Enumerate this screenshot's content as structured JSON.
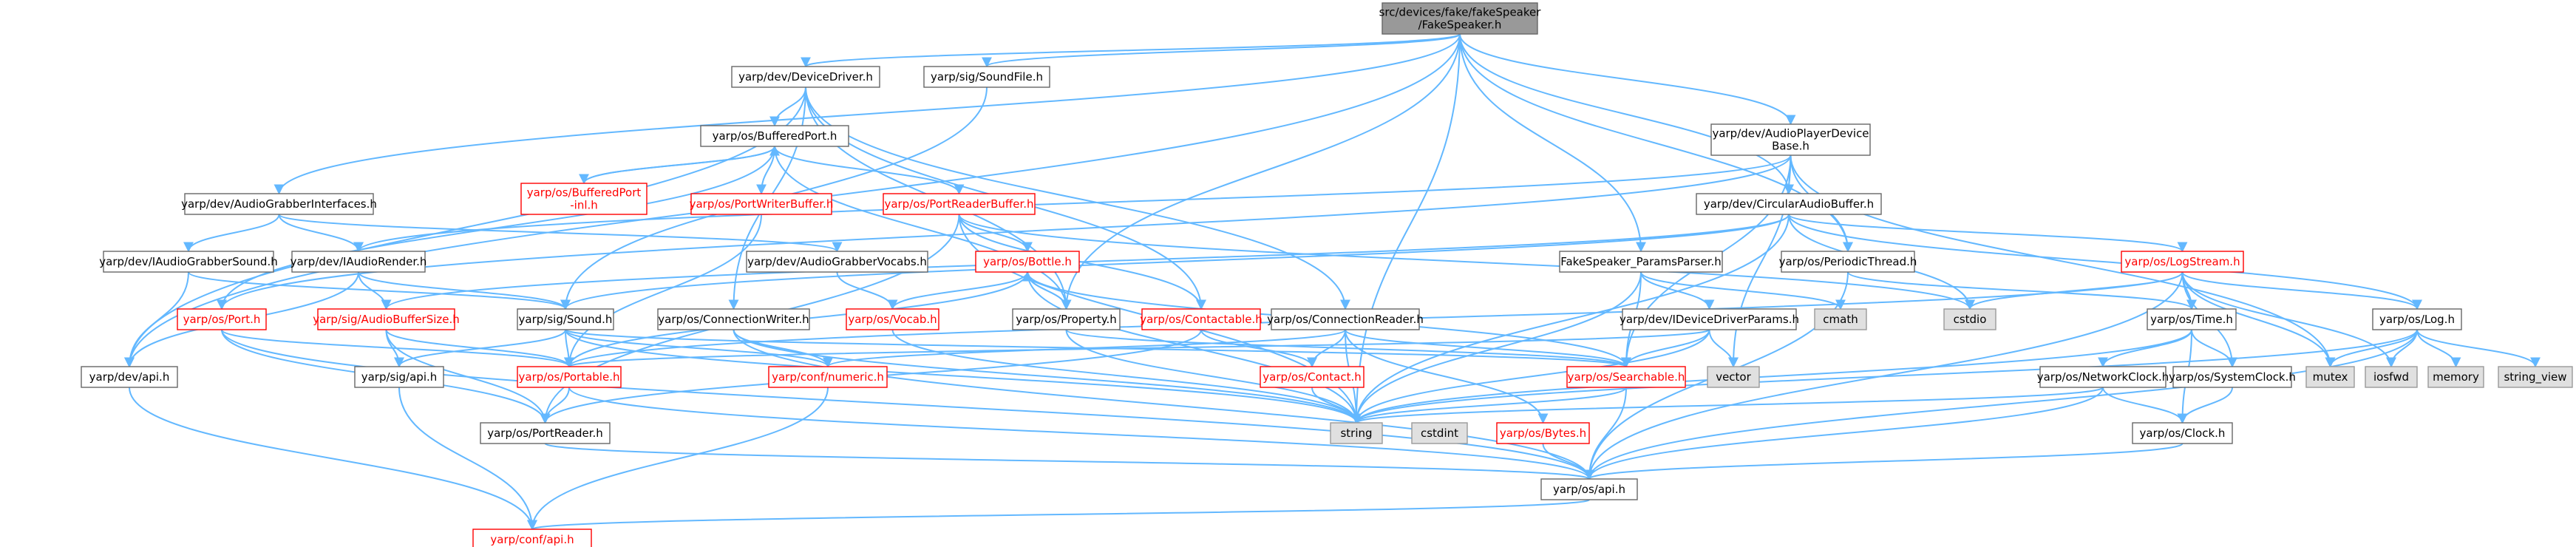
{
  "colors": {
    "edge": "#63b8ff",
    "root_fill": "#999999",
    "ext_fill": "#e0e0e0",
    "link_border": "#ff0000",
    "normal_border": "#666666"
  },
  "nodes": [
    {
      "id": "root",
      "lines": [
        "src/devices/fake/fakeSpeaker",
        "/FakeSpeaker.h"
      ],
      "kind": "root"
    },
    {
      "id": "devicedriver",
      "lines": [
        "yarp/dev/DeviceDriver.h"
      ],
      "kind": "normal"
    },
    {
      "id": "soundfile",
      "lines": [
        "yarp/sig/SoundFile.h"
      ],
      "kind": "normal"
    },
    {
      "id": "audioplayer",
      "lines": [
        "yarp/dev/AudioPlayerDevice",
        "Base.h"
      ],
      "kind": "normal"
    },
    {
      "id": "bufferedport",
      "lines": [
        "yarp/os/BufferedPort.h"
      ],
      "kind": "normal"
    },
    {
      "id": "bufferedportinl",
      "lines": [
        "yarp/os/BufferedPort",
        "-inl.h"
      ],
      "kind": "link"
    },
    {
      "id": "portwriterbuffer",
      "lines": [
        "yarp/os/PortWriterBuffer.h"
      ],
      "kind": "link"
    },
    {
      "id": "portreaderbuffer",
      "lines": [
        "yarp/os/PortReaderBuffer.h"
      ],
      "kind": "link"
    },
    {
      "id": "audiograbberinterfaces",
      "lines": [
        "yarp/dev/AudioGrabberInterfaces.h"
      ],
      "kind": "normal"
    },
    {
      "id": "circularaudiobuffer",
      "lines": [
        "yarp/dev/CircularAudioBuffer.h"
      ],
      "kind": "normal"
    },
    {
      "id": "iaudiograbbersound",
      "lines": [
        "yarp/dev/IAudioGrabberSound.h"
      ],
      "kind": "normal"
    },
    {
      "id": "iaudiorender",
      "lines": [
        "yarp/dev/IAudioRender.h"
      ],
      "kind": "normal"
    },
    {
      "id": "audiograbbervocabs",
      "lines": [
        "yarp/dev/AudioGrabberVocabs.h"
      ],
      "kind": "normal"
    },
    {
      "id": "bottle",
      "lines": [
        "yarp/os/Bottle.h"
      ],
      "kind": "link"
    },
    {
      "id": "fakespeakerparams",
      "lines": [
        "FakeSpeaker_ParamsParser.h"
      ],
      "kind": "normal"
    },
    {
      "id": "periodicthread",
      "lines": [
        "yarp/os/PeriodicThread.h"
      ],
      "kind": "normal"
    },
    {
      "id": "logstream",
      "lines": [
        "yarp/os/LogStream.h"
      ],
      "kind": "link"
    },
    {
      "id": "port",
      "lines": [
        "yarp/os/Port.h"
      ],
      "kind": "link"
    },
    {
      "id": "audiobuffersize",
      "lines": [
        "yarp/sig/AudioBufferSize.h"
      ],
      "kind": "link"
    },
    {
      "id": "sound",
      "lines": [
        "yarp/sig/Sound.h"
      ],
      "kind": "normal"
    },
    {
      "id": "connectionwriter",
      "lines": [
        "yarp/os/ConnectionWriter.h"
      ],
      "kind": "normal"
    },
    {
      "id": "vocab",
      "lines": [
        "yarp/os/Vocab.h"
      ],
      "kind": "link"
    },
    {
      "id": "property",
      "lines": [
        "yarp/os/Property.h"
      ],
      "kind": "normal"
    },
    {
      "id": "contactable",
      "lines": [
        "yarp/os/Contactable.h"
      ],
      "kind": "link"
    },
    {
      "id": "connectionreader",
      "lines": [
        "yarp/os/ConnectionReader.h"
      ],
      "kind": "normal"
    },
    {
      "id": "cmath",
      "lines": [
        "cmath"
      ],
      "kind": "ext"
    },
    {
      "id": "idevicedriverparams",
      "lines": [
        "yarp/dev/IDeviceDriverParams.h"
      ],
      "kind": "normal"
    },
    {
      "id": "cstdio",
      "lines": [
        "cstdio"
      ],
      "kind": "ext"
    },
    {
      "id": "time",
      "lines": [
        "yarp/os/Time.h"
      ],
      "kind": "normal"
    },
    {
      "id": "log",
      "lines": [
        "yarp/os/Log.h"
      ],
      "kind": "normal"
    },
    {
      "id": "devapi",
      "lines": [
        "yarp/dev/api.h"
      ],
      "kind": "normal"
    },
    {
      "id": "sigapi",
      "lines": [
        "yarp/sig/api.h"
      ],
      "kind": "normal"
    },
    {
      "id": "portable",
      "lines": [
        "yarp/os/Portable.h"
      ],
      "kind": "link"
    },
    {
      "id": "numeric",
      "lines": [
        "yarp/conf/numeric.h"
      ],
      "kind": "link"
    },
    {
      "id": "contact",
      "lines": [
        "yarp/os/Contact.h"
      ],
      "kind": "link"
    },
    {
      "id": "searchable",
      "lines": [
        "yarp/os/Searchable.h"
      ],
      "kind": "link"
    },
    {
      "id": "vector",
      "lines": [
        "vector"
      ],
      "kind": "ext"
    },
    {
      "id": "networkclock",
      "lines": [
        "yarp/os/NetworkClock.h"
      ],
      "kind": "normal"
    },
    {
      "id": "systemclock",
      "lines": [
        "yarp/os/SystemClock.h"
      ],
      "kind": "normal"
    },
    {
      "id": "mutex",
      "lines": [
        "mutex"
      ],
      "kind": "ext"
    },
    {
      "id": "iosfwd",
      "lines": [
        "iosfwd"
      ],
      "kind": "ext"
    },
    {
      "id": "memory",
      "lines": [
        "memory"
      ],
      "kind": "ext"
    },
    {
      "id": "string_view",
      "lines": [
        "string_view"
      ],
      "kind": "ext"
    },
    {
      "id": "portreader",
      "lines": [
        "yarp/os/PortReader.h"
      ],
      "kind": "normal"
    },
    {
      "id": "string",
      "lines": [
        "string"
      ],
      "kind": "ext"
    },
    {
      "id": "cstdint",
      "lines": [
        "cstdint"
      ],
      "kind": "ext"
    },
    {
      "id": "bytes",
      "lines": [
        "yarp/os/Bytes.h"
      ],
      "kind": "link"
    },
    {
      "id": "clock",
      "lines": [
        "yarp/os/Clock.h"
      ],
      "kind": "normal"
    },
    {
      "id": "osapi",
      "lines": [
        "yarp/os/api.h"
      ],
      "kind": "normal"
    },
    {
      "id": "confapi",
      "lines": [
        "yarp/conf/api.h"
      ],
      "kind": "link"
    }
  ],
  "edges": [
    [
      "root",
      "devicedriver"
    ],
    [
      "root",
      "soundfile"
    ],
    [
      "root",
      "audioplayer"
    ],
    [
      "root",
      "audiograbberinterfaces"
    ],
    [
      "root",
      "circularaudiobuffer"
    ],
    [
      "root",
      "fakespeakerparams"
    ],
    [
      "root",
      "periodicthread"
    ],
    [
      "root",
      "string"
    ],
    [
      "root",
      "devapi"
    ],
    [
      "root",
      "property"
    ],
    [
      "devicedriver",
      "bufferedport"
    ],
    [
      "devicedriver",
      "devapi"
    ],
    [
      "devicedriver",
      "connectionwriter"
    ],
    [
      "devicedriver",
      "connectionreader"
    ],
    [
      "devicedriver",
      "property"
    ],
    [
      "devicedriver",
      "contactable"
    ],
    [
      "soundfile",
      "sound"
    ],
    [
      "audioplayer",
      "circularaudiobuffer"
    ],
    [
      "audioplayer",
      "iaudiorender"
    ],
    [
      "audioplayer",
      "port"
    ],
    [
      "audioplayer",
      "mutex"
    ],
    [
      "audioplayer",
      "vector"
    ],
    [
      "audioplayer",
      "searchable"
    ],
    [
      "audioplayer",
      "periodicthread"
    ],
    [
      "bufferedport",
      "bufferedportinl"
    ],
    [
      "bufferedport",
      "portwriterbuffer"
    ],
    [
      "bufferedport",
      "portreaderbuffer"
    ],
    [
      "bufferedport",
      "port"
    ],
    [
      "bufferedport",
      "property"
    ],
    [
      "bufferedportinl",
      "bufferedport"
    ],
    [
      "portreaderbuffer",
      "bottle"
    ],
    [
      "portreaderbuffer",
      "string"
    ],
    [
      "portreaderbuffer",
      "cstdio"
    ],
    [
      "portreaderbuffer",
      "portreader"
    ],
    [
      "portreaderbuffer",
      "contactable"
    ],
    [
      "portwriterbuffer",
      "portable"
    ],
    [
      "audiograbberinterfaces",
      "iaudiograbbersound"
    ],
    [
      "audiograbberinterfaces",
      "iaudiorender"
    ],
    [
      "audiograbberinterfaces",
      "audiograbbervocabs"
    ],
    [
      "circularaudiobuffer",
      "logstream"
    ],
    [
      "circularaudiobuffer",
      "cstdio"
    ],
    [
      "circularaudiobuffer",
      "string"
    ],
    [
      "circularaudiobuffer",
      "log"
    ],
    [
      "circularaudiobuffer",
      "sound"
    ],
    [
      "circularaudiobuffer",
      "audiobuffersize"
    ],
    [
      "iaudiograbbersound",
      "sound"
    ],
    [
      "iaudiograbbersound",
      "devapi"
    ],
    [
      "iaudiorender",
      "audiobuffersize"
    ],
    [
      "iaudiorender",
      "sound"
    ],
    [
      "iaudiorender",
      "devapi"
    ],
    [
      "audiograbbervocabs",
      "vocab"
    ],
    [
      "bottle",
      "property"
    ],
    [
      "bottle",
      "vocab"
    ],
    [
      "bottle",
      "searchable"
    ],
    [
      "bottle",
      "string"
    ],
    [
      "bottle",
      "portable"
    ],
    [
      "fakespeakerparams",
      "idevicedriverparams"
    ],
    [
      "fakespeakerparams",
      "cmath"
    ],
    [
      "fakespeakerparams",
      "string"
    ],
    [
      "fakespeakerparams",
      "searchable"
    ],
    [
      "periodicthread",
      "time"
    ],
    [
      "periodicthread",
      "osapi"
    ],
    [
      "logstream",
      "log"
    ],
    [
      "logstream",
      "time"
    ],
    [
      "logstream",
      "systemclock"
    ],
    [
      "logstream",
      "cstdio"
    ],
    [
      "logstream",
      "iosfwd"
    ],
    [
      "logstream",
      "mutex"
    ],
    [
      "logstream",
      "osapi"
    ],
    [
      "logstream",
      "portable"
    ],
    [
      "port",
      "portable"
    ],
    [
      "port",
      "portreader"
    ],
    [
      "port",
      "osapi"
    ],
    [
      "audiobuffersize",
      "portable"
    ],
    [
      "audiobuffersize",
      "sigapi"
    ],
    [
      "audiobuffersize",
      "portreader"
    ],
    [
      "sound",
      "portable"
    ],
    [
      "sound",
      "sigapi"
    ],
    [
      "sound",
      "numeric"
    ],
    [
      "sound",
      "string"
    ],
    [
      "sound",
      "searchable"
    ],
    [
      "connectionwriter",
      "numeric"
    ],
    [
      "connectionwriter",
      "string"
    ],
    [
      "connectionwriter",
      "osapi"
    ],
    [
      "vocab",
      "string"
    ],
    [
      "property",
      "searchable"
    ],
    [
      "property",
      "string"
    ],
    [
      "property",
      "bottle"
    ],
    [
      "contactable",
      "contact"
    ],
    [
      "contactable",
      "portreader"
    ],
    [
      "connectionreader",
      "contact"
    ],
    [
      "connectionreader",
      "bytes"
    ],
    [
      "connectionreader",
      "string"
    ],
    [
      "connectionreader",
      "searchable"
    ],
    [
      "connectionreader",
      "numeric"
    ],
    [
      "idevicedriverparams",
      "searchable"
    ],
    [
      "idevicedriverparams",
      "vector"
    ],
    [
      "idevicedriverparams",
      "string"
    ],
    [
      "idevicedriverparams",
      "portable"
    ],
    [
      "time",
      "networkclock"
    ],
    [
      "time",
      "systemclock"
    ],
    [
      "time",
      "clock"
    ],
    [
      "time",
      "string"
    ],
    [
      "log",
      "mutex"
    ],
    [
      "log",
      "iosfwd"
    ],
    [
      "log",
      "memory"
    ],
    [
      "log",
      "string_view"
    ],
    [
      "log",
      "string"
    ],
    [
      "log",
      "osapi"
    ],
    [
      "devapi",
      "confapi"
    ],
    [
      "sigapi",
      "confapi"
    ],
    [
      "portable",
      "portreader"
    ],
    [
      "portable",
      "osapi"
    ],
    [
      "numeric",
      "confapi"
    ],
    [
      "contact",
      "string"
    ],
    [
      "searchable",
      "osapi"
    ],
    [
      "searchable",
      "string"
    ],
    [
      "networkclock",
      "clock"
    ],
    [
      "networkclock",
      "osapi"
    ],
    [
      "networkclock",
      "string"
    ],
    [
      "systemclock",
      "clock"
    ],
    [
      "portreader",
      "osapi"
    ],
    [
      "bytes",
      "osapi"
    ],
    [
      "clock",
      "osapi"
    ],
    [
      "osapi",
      "confapi"
    ]
  ]
}
